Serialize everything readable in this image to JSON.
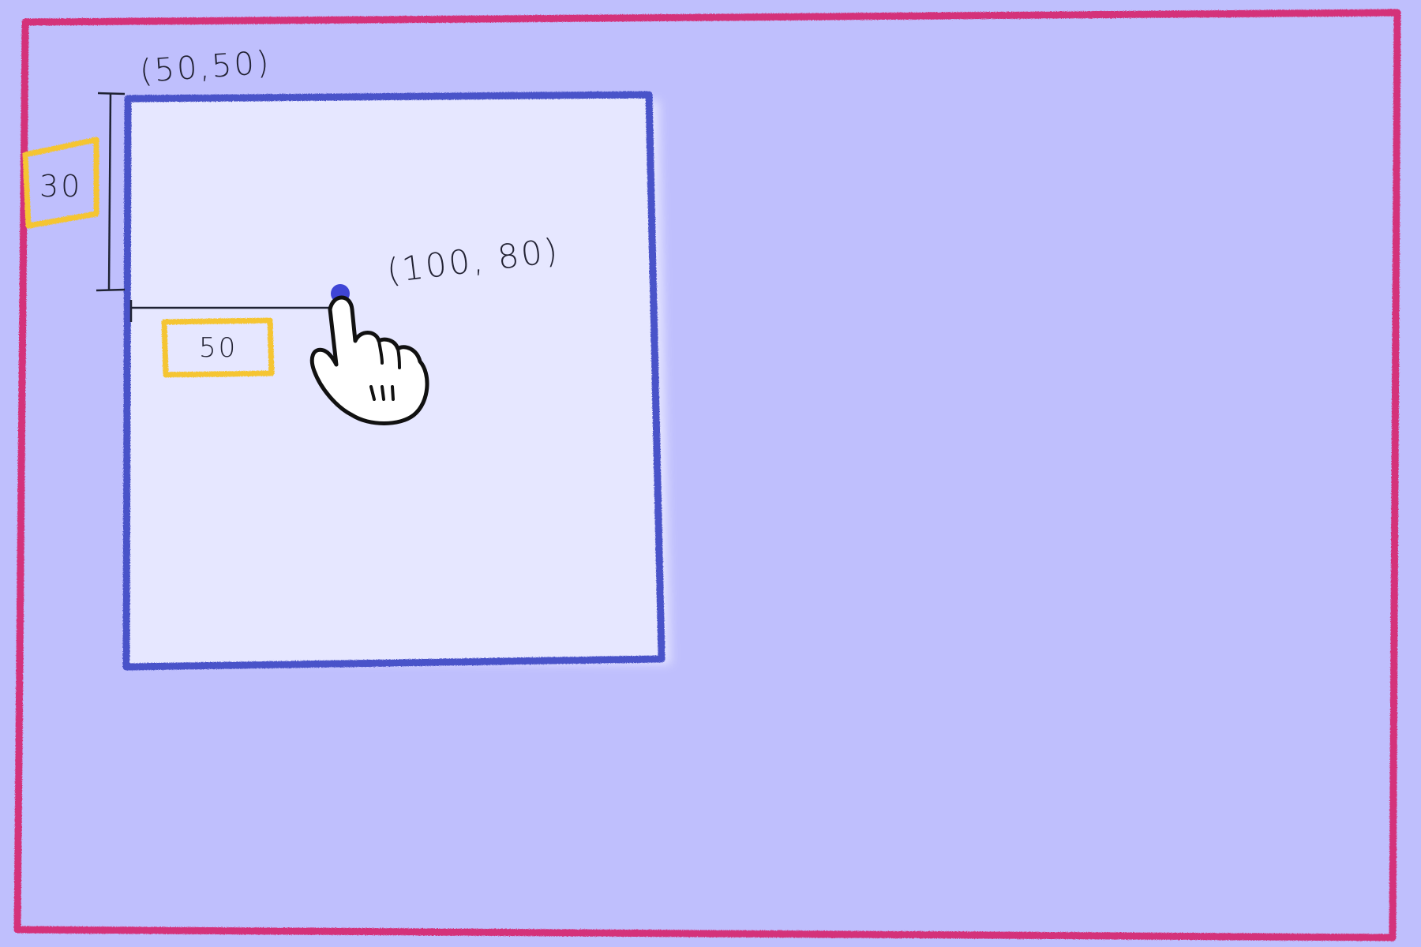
{
  "labels": {
    "origin_coord": "(50,50)",
    "target_coord": "(100, 80)",
    "horizontal_offset": "50",
    "vertical_offset": "30"
  },
  "colors": {
    "background": "#bfbffd",
    "viewport_border": "#d4307a",
    "element_border": "#4a52c9",
    "element_fill": "#e6e7ff",
    "label_box": "#f5c530",
    "measure_line": "#1f2233",
    "click_point": "#3f45d6"
  },
  "icons": {
    "cursor": "pointing-hand-icon"
  }
}
